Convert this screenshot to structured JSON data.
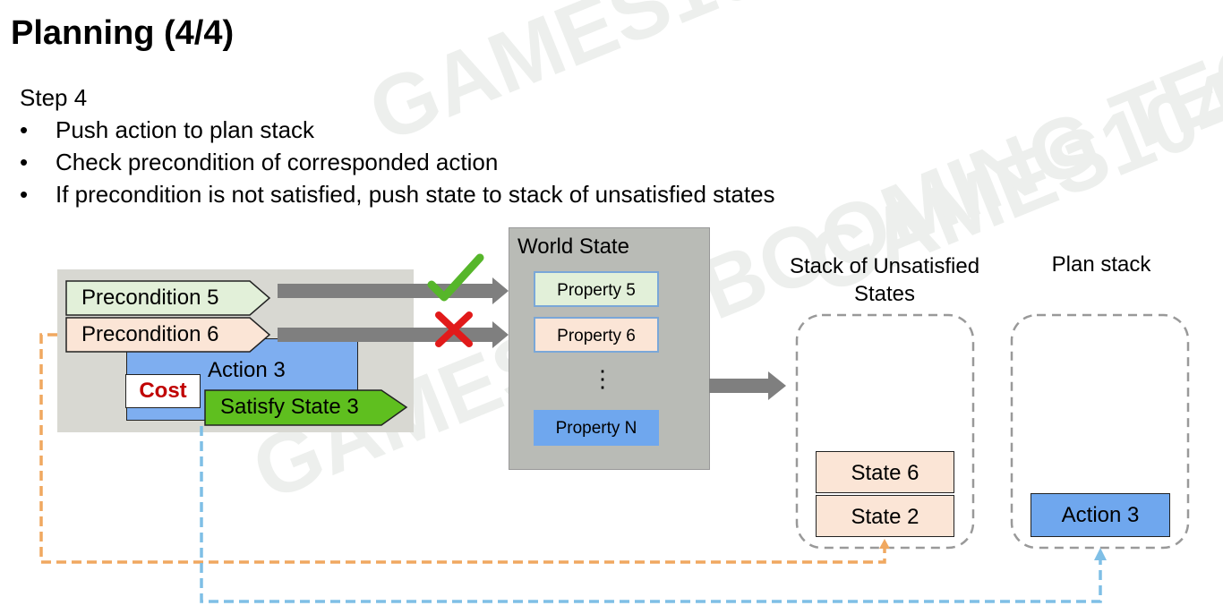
{
  "title": "Planning (4/4)",
  "step_label": "Step 4",
  "bullets": [
    "Push action to plan stack",
    "Check precondition of corresponded action",
    "If precondition is not satisfied, push state to stack of unsatisfied states"
  ],
  "action_card": {
    "preconditions": [
      "Precondition 5",
      "Precondition 6"
    ],
    "action_label": "Action 3",
    "cost_label": "Cost",
    "effect_label": "Satisfy State 3"
  },
  "world_state": {
    "label": "World State",
    "properties": [
      "Property 5",
      "Property 6",
      "Property N"
    ],
    "ellipsis": "⋮"
  },
  "unsatisfied_stack": {
    "label": "Stack of Unsatisfied States",
    "items": [
      "State 6",
      "State 2"
    ]
  },
  "plan_stack": {
    "label": "Plan stack",
    "items": [
      "Action 3"
    ]
  },
  "check_results": {
    "precondition_5": "satisfied",
    "precondition_6": "not satisfied"
  },
  "watermark": "GAMES104 BOOMING TECH",
  "colors": {
    "precondition_ok": "#e2f0d9",
    "precondition_fail": "#fbe5d6",
    "action": "#7eaef0",
    "effect": "#5fbf1f",
    "cost_text": "#c00000",
    "check": "#56b62a",
    "cross": "#e11a1a",
    "orange_line": "#f0a860",
    "blue_line": "#7fbfe6"
  }
}
